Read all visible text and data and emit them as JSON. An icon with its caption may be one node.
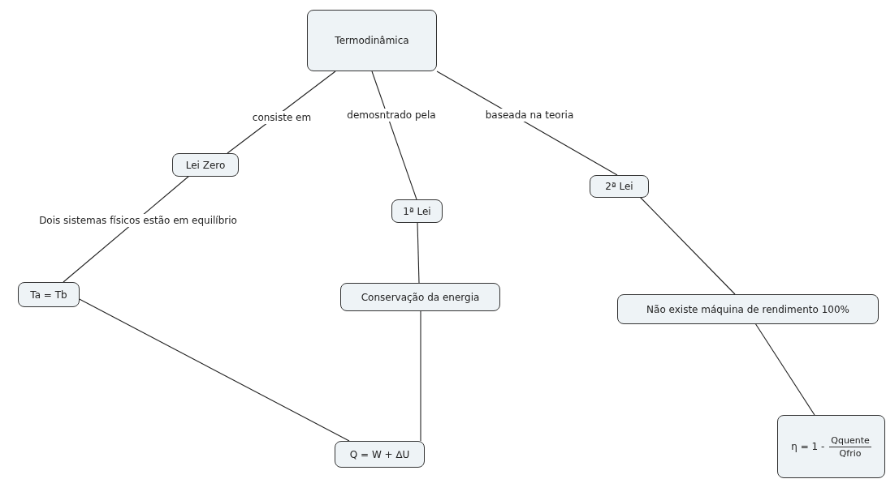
{
  "diagram": {
    "nodes": [
      {
        "text": [
          "Termodinâmica"
        ]
      },
      {
        "text": [
          "Lei Zero"
        ]
      },
      {
        "text": [
          "1ª Lei"
        ]
      },
      {
        "text": [
          "2ª Lei"
        ]
      },
      {
        "text": [
          "Ta = Tb"
        ]
      },
      {
        "text": [
          "Conservação da energia"
        ]
      },
      {
        "text": [
          "Não existe máquina de rendimento 100%"
        ]
      },
      {
        "text": [
          "η = 1 -",
          "Qquente",
          "Qfrio"
        ]
      },
      {
        "text": [
          "Q = W + ∆U"
        ]
      }
    ],
    "edges": [
      {
        "from": 0,
        "to": 1,
        "arrow": "none",
        "label": "consiste em"
      },
      {
        "from": 0,
        "to": 2,
        "arrow": "none",
        "label": "demosntrado pela"
      },
      {
        "from": 0,
        "to": 3,
        "arrow": "none",
        "label": "baseada na teoria"
      },
      {
        "from": 1,
        "to": 4,
        "arrow": "none",
        "label": "Dois sistemas físicos estão em equilíbrio"
      },
      {
        "from": 2,
        "to": 5,
        "arrow": "none"
      },
      {
        "from": 3,
        "to": 6,
        "arrow": "none"
      },
      {
        "from": 6,
        "to": 7,
        "arrow": "none"
      },
      {
        "from": 4,
        "to": 8,
        "arrow": "none"
      },
      {
        "from": 5,
        "to": 8,
        "arrow": "none"
      }
    ]
  }
}
